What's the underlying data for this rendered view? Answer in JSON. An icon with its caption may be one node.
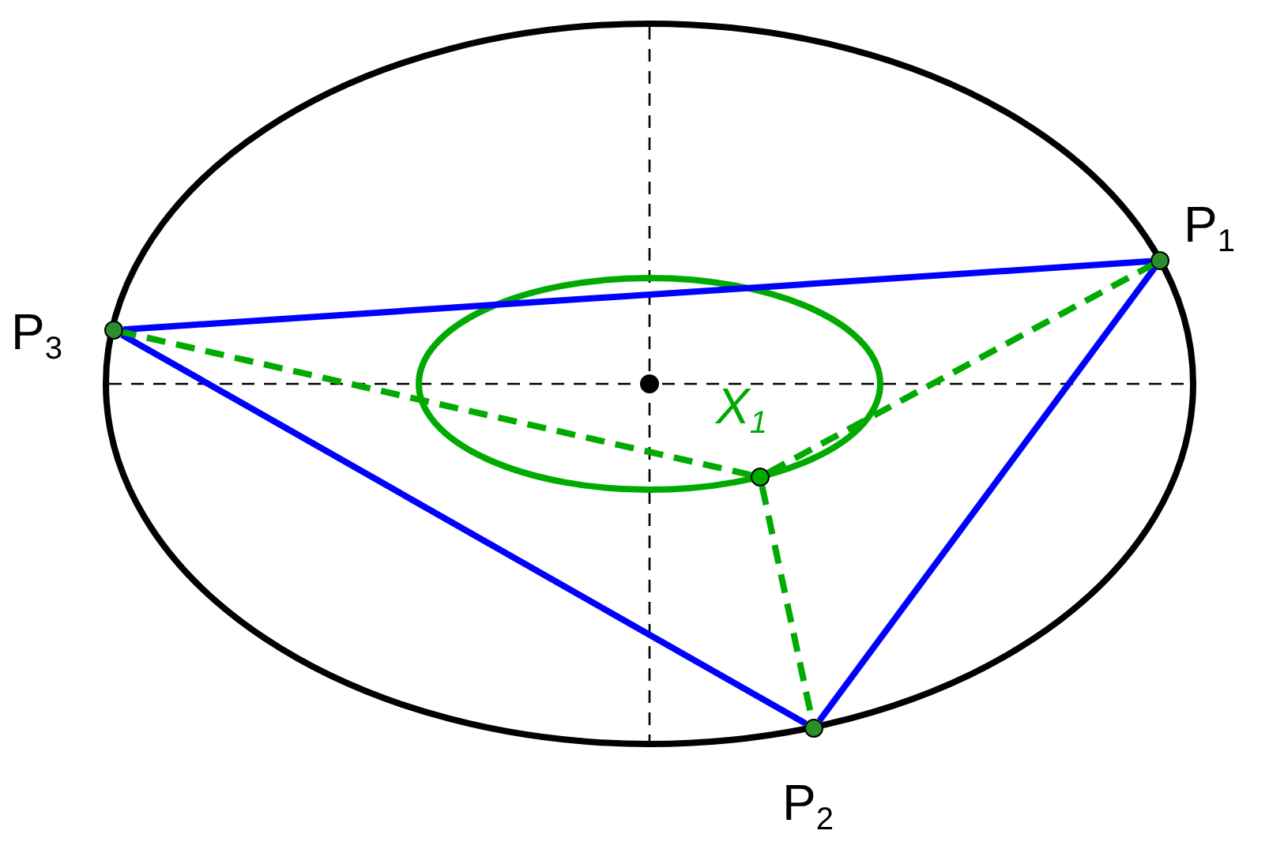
{
  "diagram": {
    "nodes": [
      {
        "text": [
          "P$_{1}$"
        ]
      },
      {
        "text": [
          "P$_{2}$"
        ]
      },
      {
        "text": [
          "P$_{3}$"
        ]
      },
      {
        "text": [
          "X$_{1}$"
        ]
      },
      {
        "text": [],
        "shape": "circle"
      }
    ],
    "edges": [
      {
        "from": 0,
        "to": 1,
        "arrow": "none"
      },
      {
        "from": 1,
        "to": 2,
        "arrow": "none"
      },
      {
        "from": 2,
        "to": 0,
        "arrow": "none"
      },
      {
        "from": 3,
        "to": 0,
        "arrow": "none",
        "style": "dashed",
        "color": "#00aa00"
      },
      {
        "from": 3,
        "to": 1,
        "arrow": "none",
        "style": "dashed",
        "color": "#00aa00"
      },
      {
        "from": 3,
        "to": 2,
        "arrow": "none",
        "style": "dashed",
        "color": "#00aa00"
      }
    ]
  }
}
